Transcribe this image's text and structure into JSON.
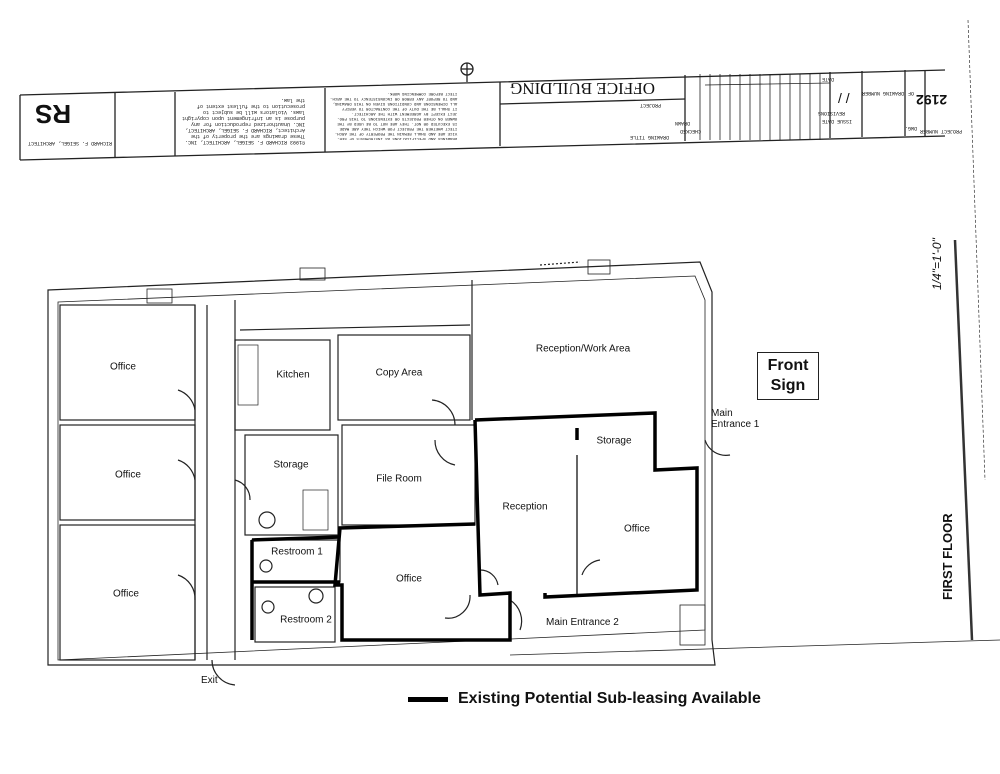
{
  "title_block": {
    "project": "OFFICE BUILDING",
    "project_label": "PROJECT",
    "drawing_title_label": "DRAWING TITLE",
    "drawn_label": "DRAWN",
    "checked_label": "CHECKED",
    "revisions_label": "REVISIONS",
    "issue_date_label": "ISSUE DATE",
    "date_label": "DATE",
    "issue_date_value": "/ /",
    "drawing_number_label": "DRAWING NUMBER",
    "dwg_label": "DWG.",
    "of_label": "OF",
    "project_number_label": "PROJECT NUMBER",
    "project_number": "2192",
    "architect": "RICHARD F. SEIGEL, ARCHITECT",
    "logo": "RS",
    "copyright": "©1993 RICHARD F. SEIGEL, ARCHITECT, INC.\nThese drawings are the property of the\nArchitect, RICHARD F. SEIGEL, ARCHITECT,\nINC. Unauthorized reproduction for any\npurpose is an infringement upon copyright\nlaws. Violators will be subject to\nprosecution to the fullest extent of\nthe law.",
    "disclaimer": "DRAWINGS AND SPECIFICATIONS AS INSTRUMENTS OF SER-\nVICE ARE AND SHALL REMAIN THE PROPERTY OF THE ARCH-\nITECT WHETHER THE PROJECT FOR WHICH THEY ARE MADE\nIS EXECUTED OR NOT. THEY ARE NOT TO BE USED BY THE\nOWNER ON OTHER PROJECTS OR EXTENSIONS TO THIS PRO-\nJECT EXCEPT BY AGREEMENT WITH THE ARCHITECT.\nIT SHALL BE THE DUTY OF THE CONTRACTOR TO VERIFY\nALL DIMENSIONS AND CONDITIONS GIVEN ON THIS DRAWING,\nAND TO REPORT ANY ERROR OR INCONSISTENCY TO THE ARCH-\nITECT BEFORE COMMENCING WORK."
  },
  "rooms": {
    "office_1": "Office",
    "office_2": "Office",
    "office_3": "Office",
    "kitchen": "Kitchen",
    "copy_area": "Copy Area",
    "reception_work_area": "Reception/Work Area",
    "storage_1": "Storage",
    "file_room": "File Room",
    "reception": "Reception",
    "storage_2": "Storage",
    "office_right": "Office",
    "restroom_1": "Restroom 1",
    "restroom_2": "Restroom 2",
    "office_center": "Office"
  },
  "annotations": {
    "main_entrance_1": "Main\nEntrance 1",
    "main_entrance_2": "Main Entrance 2",
    "exit": "Exit",
    "front_sign": "Front Sign",
    "scale": "1/4\"=1'-0\"",
    "floor_label": "FIRST FLOOR"
  },
  "legend": {
    "label": "Existing Potential Sub-leasing Available",
    "color": "#000000"
  }
}
